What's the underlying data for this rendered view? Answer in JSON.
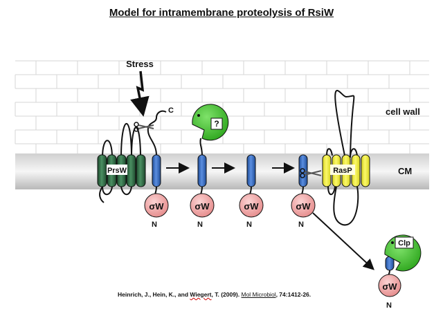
{
  "title": "Model for intramembrane proteolysis of RsiW",
  "labels": {
    "stress": "Stress",
    "cell_wall": "cell wall",
    "cm": "CM",
    "prsw": "PrsW",
    "rasp": "RasP",
    "clp": "Clp",
    "unknown_protease": "?",
    "c_terminus": "C",
    "n_terminus": "N",
    "sigma_w": "σW"
  },
  "citation": {
    "authors_start": "Heinrich, J., Hein, K., and ",
    "author_last": "Wiegert",
    "authors_end": ", T. (2009). ",
    "journal": "Mol Microbiol",
    "volume": ", 74:1412-26."
  },
  "colors": {
    "prsw": "#2f6e45",
    "rsiw": "#3a6fc4",
    "rasp": "#f2ef30",
    "protease": "#3cbf2a",
    "sigma": "#f2a3a3",
    "membrane": "#c8c8c8",
    "brick_line": "#d9d9d9"
  }
}
